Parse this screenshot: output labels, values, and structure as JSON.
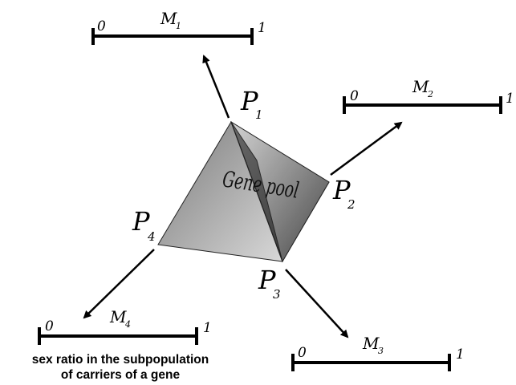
{
  "pyramid": {
    "label": "Gene pool",
    "vertices": [
      {
        "main": "P",
        "sub": "1"
      },
      {
        "main": "P",
        "sub": "2"
      },
      {
        "main": "P",
        "sub": "3"
      },
      {
        "main": "P",
        "sub": "4"
      }
    ]
  },
  "scales": [
    {
      "label_main": "M",
      "label_sub": "1",
      "min": "0",
      "max": "1"
    },
    {
      "label_main": "M",
      "label_sub": "2",
      "min": "0",
      "max": "1"
    },
    {
      "label_main": "M",
      "label_sub": "3",
      "min": "0",
      "max": "1"
    },
    {
      "label_main": "M",
      "label_sub": "4",
      "min": "0",
      "max": "1"
    }
  ],
  "caption": {
    "line1": "sex ratio in the subpopulation",
    "line2": "of carriers of a gene"
  }
}
